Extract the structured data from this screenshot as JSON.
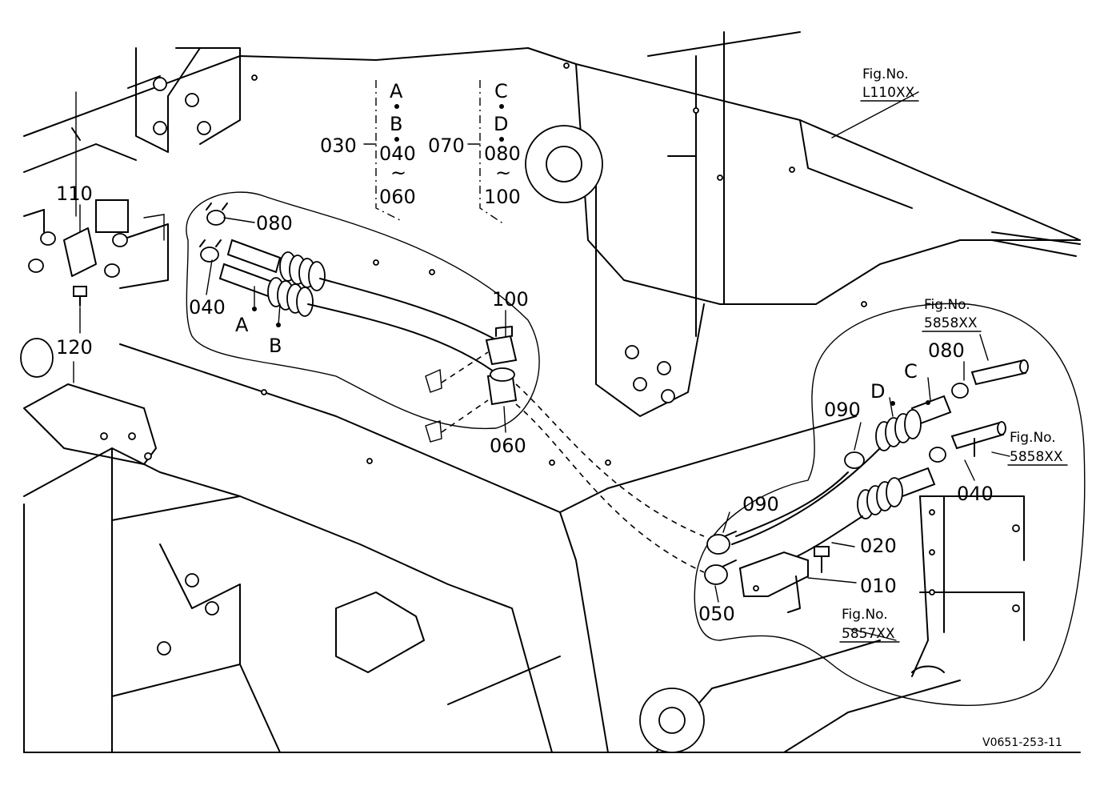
{
  "parts": {
    "p010": "010",
    "p020": "020",
    "p030": "030",
    "p040_left": "040",
    "p040_right": "040",
    "p040_bracket": "040",
    "p050": "050",
    "p060_bracket": "060",
    "p060_clip": "060",
    "p070": "070",
    "p080_left": "080",
    "p080_right": "080",
    "p080_bracket": "080",
    "p090_upper": "090",
    "p090_lower": "090",
    "p100_bracket": "100",
    "p100_clip": "100",
    "p110": "110",
    "p120": "120"
  },
  "hose_labels": {
    "A_bracket": "A",
    "B_bracket": "B",
    "C_bracket": "C",
    "D_bracket": "D",
    "A_hose": "A",
    "B_hose": "B",
    "C_hose": "C",
    "D_hose": "D"
  },
  "range_symbol": "~",
  "figure_refs": {
    "fig_label": "Fig.No.",
    "l110": "L110XX",
    "r5858_top": "5858XX",
    "r5858_mid": "5858XX",
    "r5857": "5857XX"
  },
  "drawing_number": "V0651-253-11",
  "icons": [
    "hose-clamp-icon",
    "hose-icon",
    "bolt-icon",
    "bracket-icon",
    "clip-icon"
  ]
}
